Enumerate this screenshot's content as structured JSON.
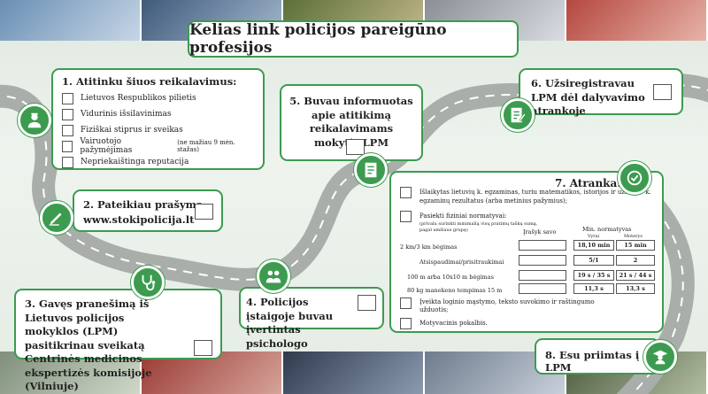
{
  "title": "Kelias link policijos pareigūno profesijos",
  "step1": {
    "heading": "1. Atitinku šiuos reikalavimus:",
    "items": [
      {
        "text": "Lietuvos Respublikos pilietis",
        "note": ""
      },
      {
        "text": "Vidurinis išsilavinimas",
        "note": ""
      },
      {
        "text": "Fiziškai stiprus ir sveikas",
        "note": ""
      },
      {
        "text": "Vairuotojo pažymėjimas",
        "note": "(ne mažiau 9 mėn. stažas)"
      },
      {
        "text": "Nepriekaištinga reputacija",
        "note": ""
      }
    ]
  },
  "step2": {
    "line1": "2. Pateikiau prašymą",
    "line2": "www.stokipolicija.lt"
  },
  "step3": {
    "text": "3. Gavęs pranešimą iš Lietuvos policijos mokyklos (LPM) pasitikrinau sveikatą Centrinės medicinos ekspertizės komisijoje (Vilniuje)"
  },
  "step4": {
    "text": "4. Policijos įstaigoje buvau įvertintas psichologo"
  },
  "step5": {
    "text": "5. Buvau informuotas apie atitikimą reikalavimams mokytis LPM"
  },
  "step6": {
    "text": "6. Užsiregistravau LPM dėl dalyvavimo atrankoje"
  },
  "step7": {
    "heading": "7. Atranka:",
    "exam": "Išlaikytas lietuvių k. egzaminas, turiu matematikos, istorijos ir užsienio k. egzaminų rezultatus (arba metinius pažymius);",
    "fitness": "Pasiekti fiziniai normatyvai:",
    "fitness_note": "(privalu surinkti minimalią visų pratimų taškų sumą, pagal amžiaus grupę)",
    "col_own": "Įrašyk savo",
    "col_min": "Min. normatyvas",
    "col_men": "Vyrai",
    "col_women": "Moterys",
    "rows": [
      {
        "label": "2 km/3 km bėgimas",
        "men": "18,10 min",
        "women": "15 min"
      },
      {
        "label": "Atsispaudimai/prisitraukimai",
        "men": "5/1",
        "women": "2"
      },
      {
        "label": "100 m arba 10x10 m bėgimas",
        "men": "19 s / 35 s",
        "women": "21 s / 44 s"
      },
      {
        "label": "80 kg manekeno tempimas 15 m",
        "men": "11,3 s",
        "women": "13,3 s"
      }
    ],
    "logic": "Įveikta loginio mąstymo, teksto suvokimo ir raštingumo užduotis;",
    "interview": "Motyvacinis pokalbis."
  },
  "step8": {
    "text": "8. Esu priimtas į LPM"
  },
  "colors": {
    "accent": "#3c9b4f",
    "road": "#a9aeab",
    "lane": "#ffffff"
  },
  "icons": [
    "officer-icon",
    "pen-icon",
    "stethoscope-icon",
    "people-icon",
    "document-icon",
    "form-icon",
    "check-badge-icon",
    "graduate-icon"
  ]
}
